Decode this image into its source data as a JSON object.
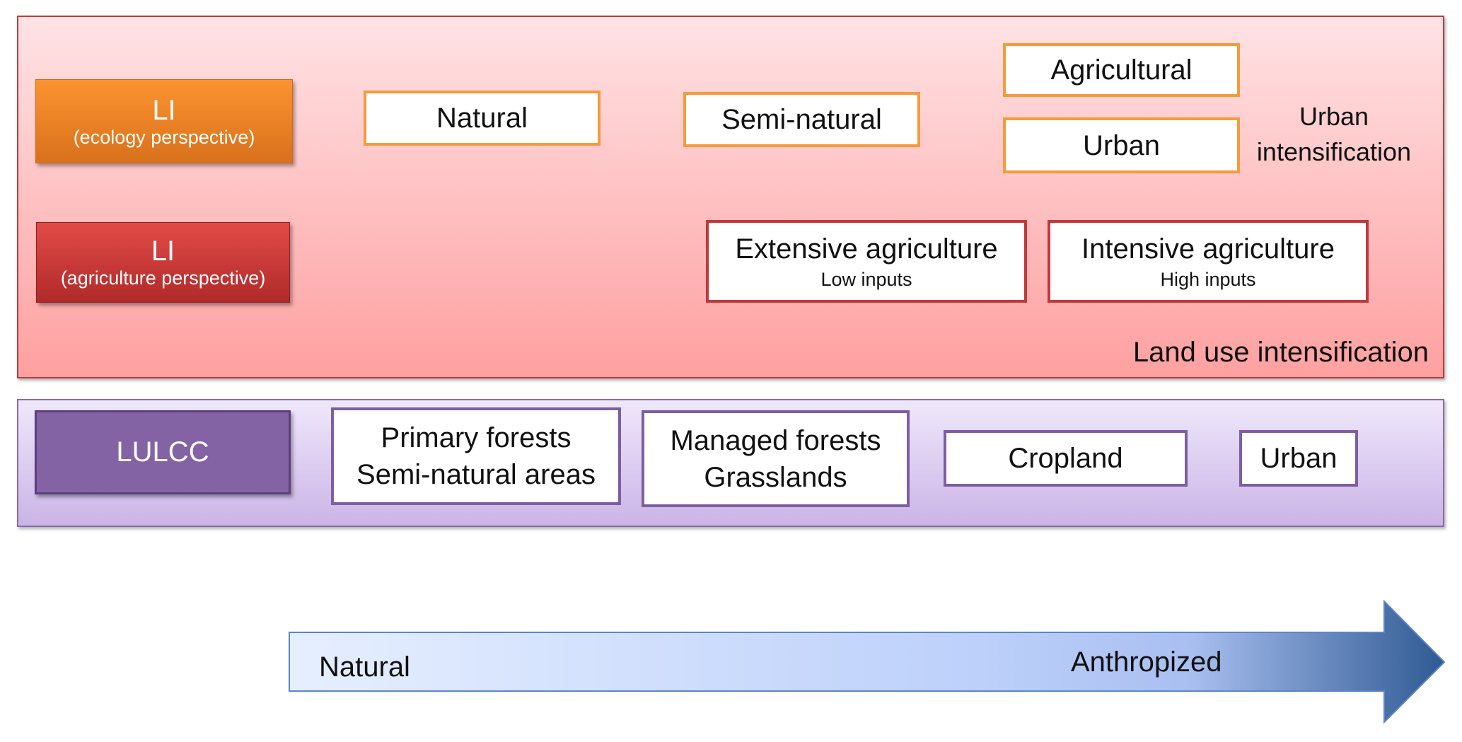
{
  "li_panel": {
    "li_ecology": {
      "title": "LI",
      "subtitle": "(ecology perspective)"
    },
    "li_agriculture": {
      "title": "LI",
      "subtitle": "(agriculture perspective)"
    },
    "ecology_boxes": [
      "Natural",
      "Semi-natural",
      "Agricultural",
      "Urban"
    ],
    "urban_intensification": [
      "Urban",
      "intensification"
    ],
    "agriculture_boxes": [
      {
        "title": "Extensive agriculture",
        "subtitle": "Low inputs"
      },
      {
        "title": "Intensive agriculture",
        "subtitle": "High inputs"
      }
    ],
    "panel_label": "Land use intensification"
  },
  "lulcc_panel": {
    "label": "LULCC",
    "boxes": [
      [
        "Primary forests",
        "Semi-natural areas"
      ],
      [
        "Managed forests",
        "Grasslands"
      ],
      [
        "Cropland"
      ],
      [
        "Urban"
      ]
    ]
  },
  "gradient_arrow": {
    "start": "Natural",
    "end": "Anthropized"
  },
  "colors": {
    "orange": "#f79a3c",
    "red": "#c0393b",
    "purple": "#7d5ea3",
    "arrow": "#2f5a93"
  }
}
